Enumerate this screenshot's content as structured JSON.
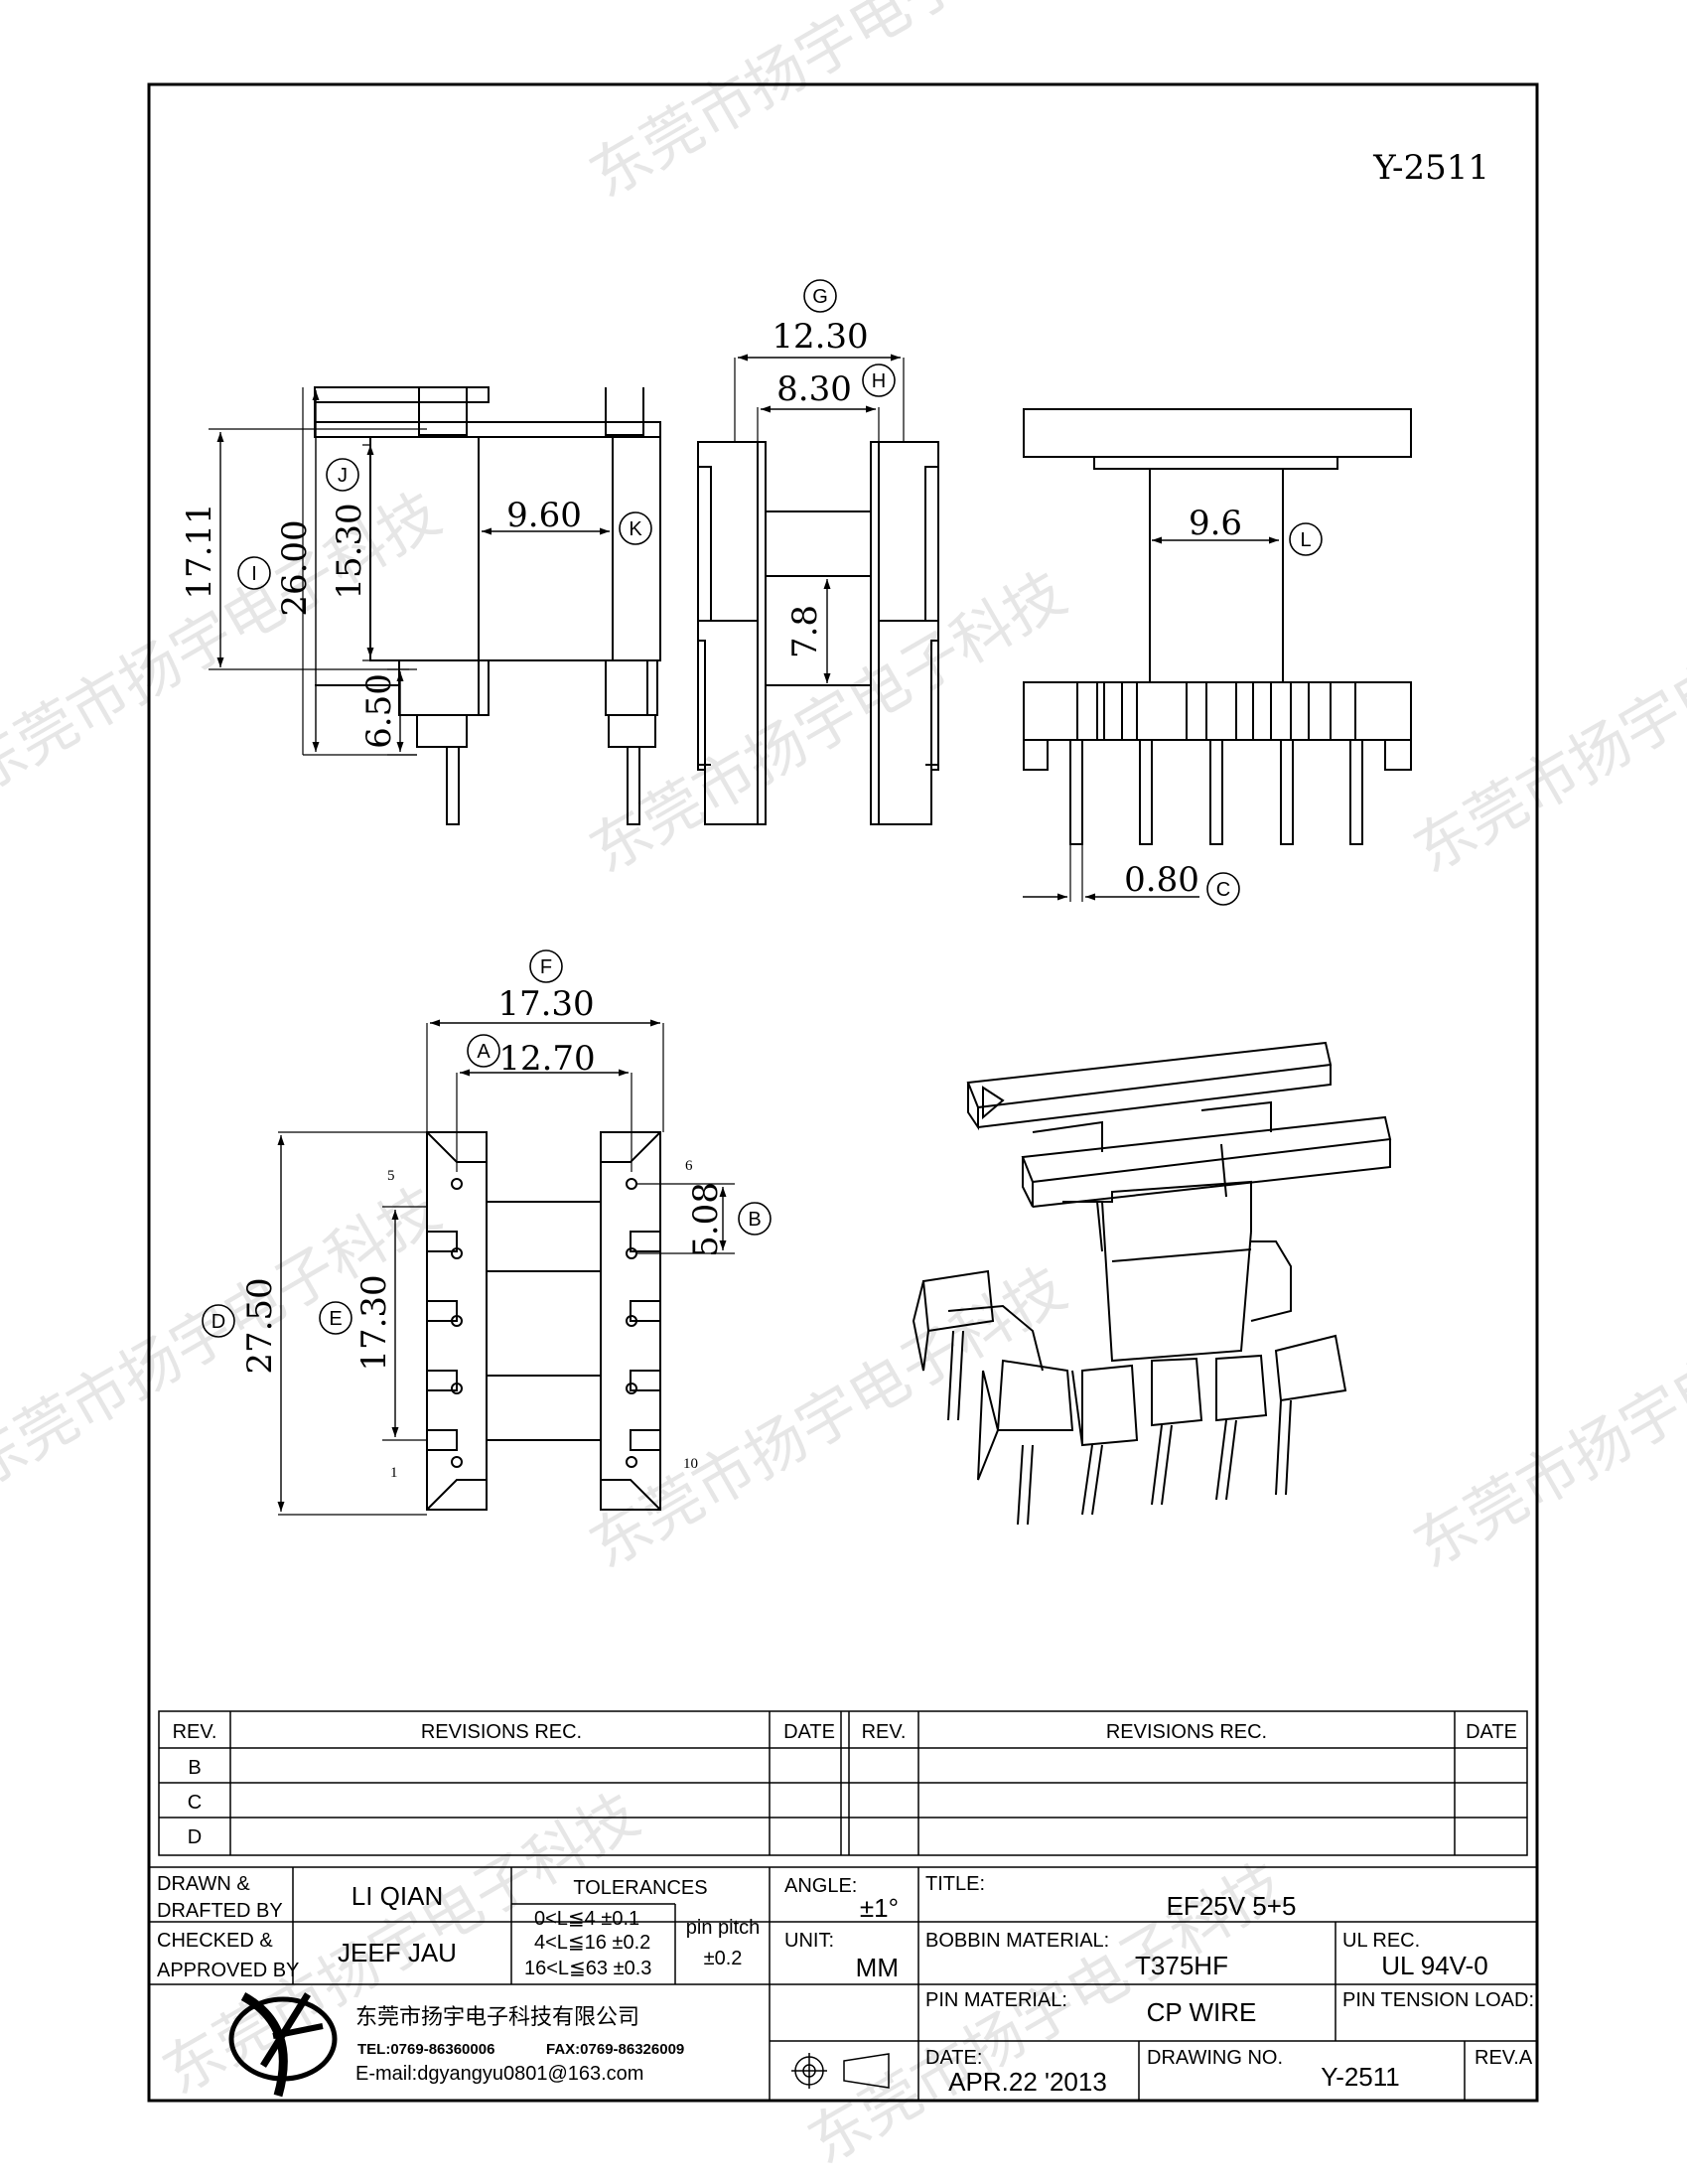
{
  "drawing_id": "Y-2511",
  "dimensions": {
    "G": "12.30",
    "H": "8.30",
    "I": "26.00",
    "J": "15.30",
    "K": "9.60",
    "L": "9.6",
    "C": "0.80",
    "F": "17.30",
    "A": "12.70",
    "B": "5.08",
    "D": "27.50",
    "E": "17.30",
    "side_17_11": "17.11",
    "side_6_50": "6.50",
    "side_7_8": "7.8"
  },
  "callouts": {
    "A": "A",
    "B": "B",
    "C": "C",
    "D": "D",
    "E": "E",
    "F": "F",
    "G": "G",
    "H": "H",
    "I": "I",
    "J": "J",
    "K": "K",
    "L": "L"
  },
  "pins": {
    "p5": "5",
    "p6": "6",
    "p1": "1",
    "p10": "10"
  },
  "watermark": "东莞市扬宇电子科技",
  "revisions": {
    "headers": {
      "rev": "REV.",
      "rec": "REVISIONS    REC.",
      "date": "DATE"
    },
    "rows": [
      "B",
      "C",
      "D"
    ]
  },
  "title_block": {
    "drawn_label_1": "DRAWN  &",
    "drawn_label_2": "DRAFTED  BY",
    "drawn_value": "LI QIAN",
    "checked_label_1": "CHECKED  &",
    "checked_label_2": "APPROVED  BY",
    "checked_value": "JEEF JAU",
    "tolerances_label": "TOLERANCES",
    "tol_1": "0<L≦4   ±0.1",
    "tol_2": "4<L≦16  ±0.2",
    "tol_3": "16<L≦63 ±0.3",
    "pin_pitch_label": "pin  pitch",
    "pin_pitch_value": "±0.2",
    "angle_label": "ANGLE:",
    "angle_value": "±1°",
    "unit_label": "UNIT:",
    "unit_value": "MM",
    "title_label": "TITLE:",
    "title_value": "EF25V  5+5",
    "bobbin_label": "BOBBIN  MATERIAL:",
    "bobbin_value": "T375HF",
    "ul_label": "UL  REC.",
    "ul_value": "UL  94V-0",
    "pin_material_label": "PIN  MATERIAL:",
    "pin_material_value": "CP  WIRE",
    "pin_tension_label": "PIN  TENSION  LOAD:",
    "date_label": "DATE:",
    "date_value": "APR.22  '2013",
    "drawing_no_label": "DRAWING  NO.",
    "drawing_no_value": "Y-2511",
    "rev_label": "REV.A",
    "company_name": "东莞市扬宇电子科技有限公司",
    "tel": "TEL:0769-86360006",
    "fax": "FAX:0769-86326009",
    "email": "E-mail:dgyangyu0801@163.com"
  }
}
